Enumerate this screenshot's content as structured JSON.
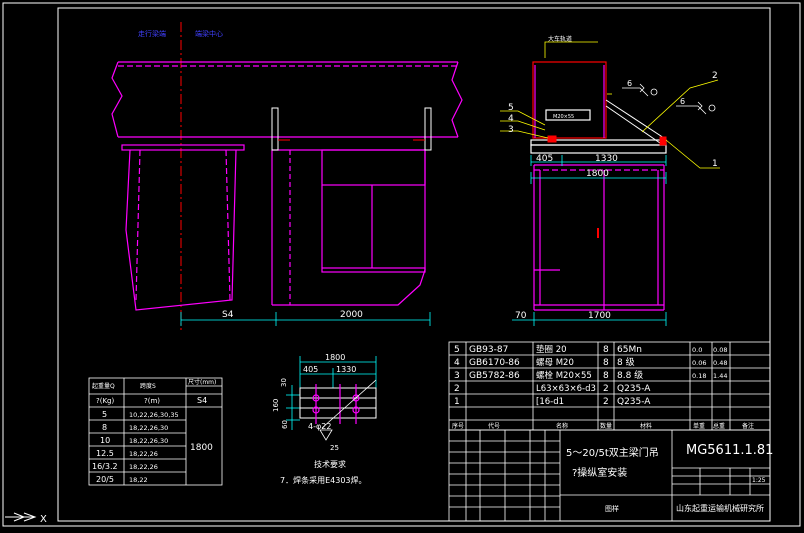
{
  "colors": {
    "background": "#000000",
    "frame": "#ffffff",
    "part": "#ff00ff",
    "dimension": "#00ffff",
    "leader": "#ffff00",
    "centerline": "#ff0000",
    "label_blue": "#4040ff",
    "bolt": "#ff00ff"
  },
  "front_view": {
    "label_left": "走行梁端",
    "label_right": "端梁中心",
    "dims": {
      "d1": "S4",
      "d2": "2000"
    }
  },
  "side_view": {
    "callouts": [
      "1",
      "2",
      "3",
      "4",
      "5",
      "6",
      "6"
    ],
    "top_label": "大车轨道",
    "inner_label": "M20×55",
    "dims": {
      "d405": "405",
      "d1330": "1330",
      "d1800": "1800",
      "d70": "70",
      "d1700": "1700"
    }
  },
  "hole_detail": {
    "dims": {
      "d1800": "1800",
      "d405": "405",
      "d1330": "1330",
      "d30": "30",
      "d160": "160",
      "d60": "60"
    },
    "hole_label": "4-φ22",
    "marker": "25",
    "note_title": "技术要求",
    "note_body": "7．焊条采用E4303焊。"
  },
  "span_table": {
    "headers": [
      "起重量Q",
      "跨度S",
      "尺寸(mm)"
    ],
    "subheaders": [
      "?(Kg)",
      "?(m)",
      "S4"
    ],
    "rows": [
      [
        "5",
        "10,22,26,30,35"
      ],
      [
        "8",
        "18,22,26,30"
      ],
      [
        "10",
        "18,22,26,30"
      ],
      [
        "12.5",
        "18,22,26"
      ],
      [
        "16/3.2",
        "18,22,26"
      ],
      [
        "20/5",
        "18,22"
      ]
    ],
    "merged": "1800"
  },
  "parts_list": {
    "rows": [
      {
        "no": "5",
        "code": "GB93-87",
        "name": "垫圈 20",
        "qty": "8",
        "mat": "65Mn",
        "w1": "0.0",
        "w2": "0.08"
      },
      {
        "no": "4",
        "code": "GB6170-86",
        "name": "螺母 M20",
        "qty": "8",
        "mat": "8 级",
        "w1": "0.06",
        "w2": "0.48"
      },
      {
        "no": "3",
        "code": "GB5782-86",
        "name": "螺栓 M20×55",
        "qty": "8",
        "mat": "8.8 级",
        "w1": "0.18",
        "w2": "1.44"
      },
      {
        "no": "2",
        "code": "",
        "name": "L63×63×6-d3",
        "qty": "2",
        "mat": "Q235-A",
        "w1": "",
        "w2": ""
      },
      {
        "no": "1",
        "code": "",
        "name": "[16-d1",
        "qty": "2",
        "mat": "Q235-A",
        "w1": "",
        "w2": ""
      }
    ],
    "header": [
      "序号",
      "代号",
      "名称",
      "数量",
      "材料",
      "单重",
      "总重",
      "备注"
    ]
  },
  "title_block": {
    "title_line1": "5～20/5t双主梁门吊",
    "title_line2": "?操纵室安装",
    "drawing_no": "MG5611.1.81",
    "company": "山东起重运输机械研究所",
    "scale": "1:25",
    "sub_label": "图样"
  },
  "ucs_label": "X"
}
